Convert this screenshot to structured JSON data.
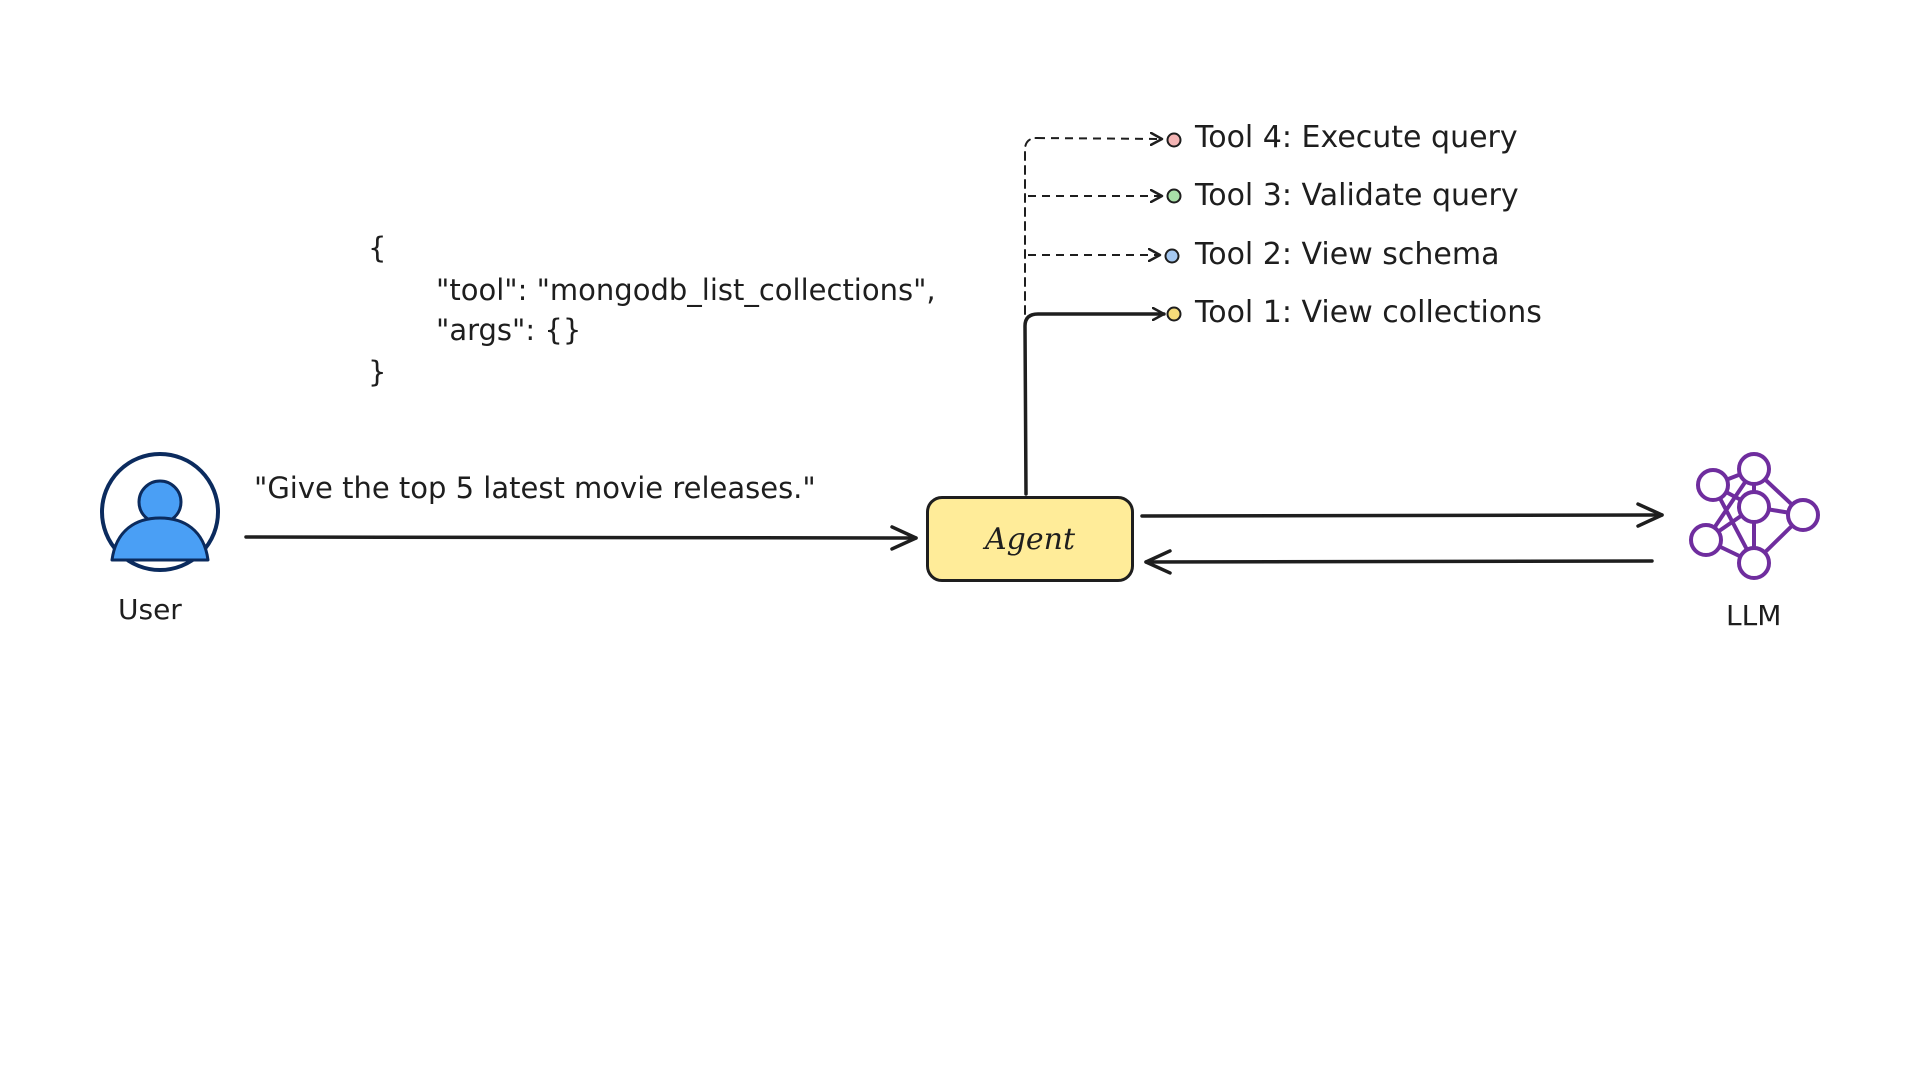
{
  "colors": {
    "stroke": "#1e1e1e",
    "agent_fill": "#ffec99",
    "user_fill": "#4a9ff5",
    "user_border": "#0b2b5e",
    "llm_purple": "#6f2d9e",
    "tool4_dot": "#f4b5b5",
    "tool3_dot": "#a8e0a8",
    "tool2_dot": "#a5c8f0",
    "tool1_dot": "#f5dc7a"
  },
  "user": {
    "label": "User",
    "icon": "user-icon"
  },
  "message": {
    "text": "\"Give the top 5 latest movie releases.\""
  },
  "agent": {
    "label": "Agent"
  },
  "llm": {
    "label": "LLM",
    "icon": "neural-network-icon"
  },
  "tool_call": {
    "open_brace": "{",
    "line_tool": "\"tool\": \"mongodb_list_collections\",",
    "line_args": "\"args\": {}",
    "close_brace": "}"
  },
  "tools": [
    {
      "label": "Tool 4: Execute query",
      "style": "dashed",
      "dot_color": "#f4b5b5"
    },
    {
      "label": "Tool 3: Validate query",
      "style": "dashed",
      "dot_color": "#a8e0a8"
    },
    {
      "label": "Tool 2: View schema",
      "style": "dashed",
      "dot_color": "#a5c8f0"
    },
    {
      "label": "Tool 1: View collections",
      "style": "solid",
      "dot_color": "#f5dc7a"
    }
  ]
}
